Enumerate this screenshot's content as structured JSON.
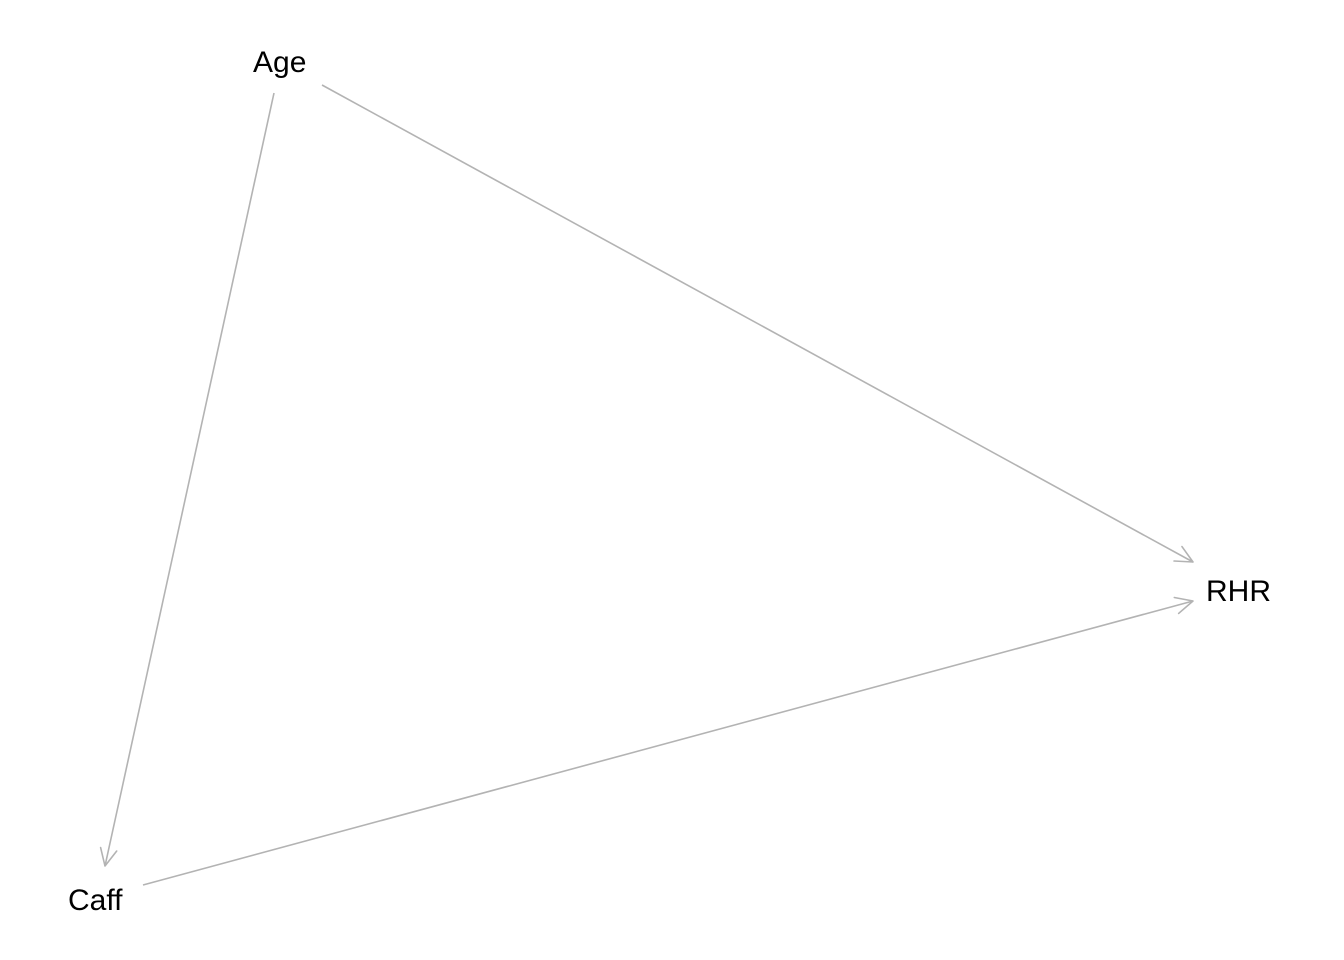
{
  "diagram": {
    "type": "directed-acyclic-graph",
    "edge_color": "#b3b3b3",
    "label_color": "#000000",
    "nodes": [
      {
        "id": "age",
        "label": "Age"
      },
      {
        "id": "caff",
        "label": "Caff"
      },
      {
        "id": "rhr",
        "label": "RHR"
      }
    ],
    "edges": [
      {
        "from": "age",
        "to": "caff"
      },
      {
        "from": "age",
        "to": "rhr"
      },
      {
        "from": "caff",
        "to": "rhr"
      }
    ]
  }
}
